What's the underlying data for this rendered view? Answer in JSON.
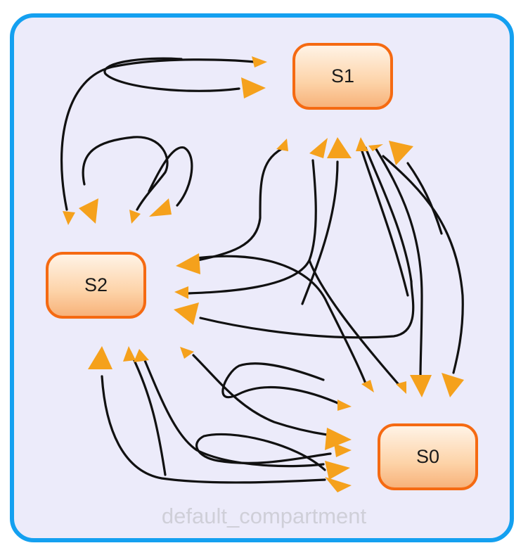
{
  "diagram": {
    "compartment_label": "default_compartment",
    "nodes": [
      {
        "id": "s1",
        "label": "S1"
      },
      {
        "id": "s2",
        "label": "S2"
      },
      {
        "id": "s0",
        "label": "S0"
      }
    ],
    "colors": {
      "compartment_border": "#14a0f0",
      "compartment_fill": "#ecebfa",
      "node_border": "#f56a12",
      "arrow_head": "#f5a11c",
      "edge": "#111111"
    }
  }
}
